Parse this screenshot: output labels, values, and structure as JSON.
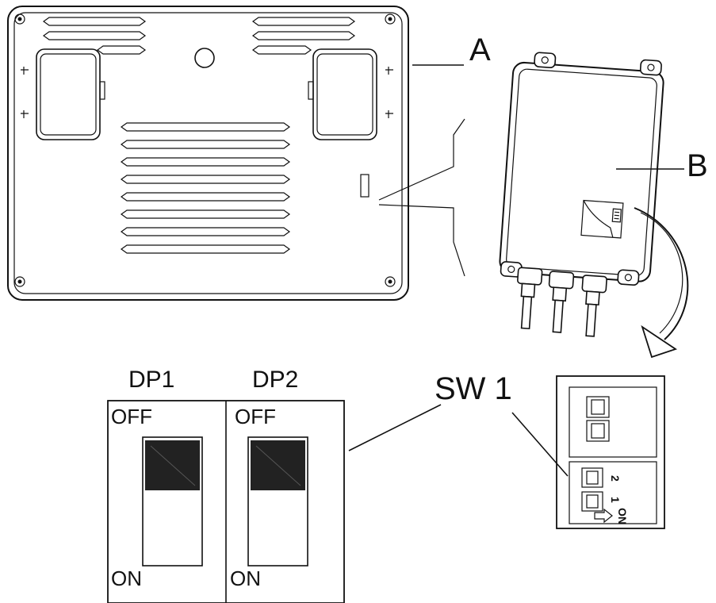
{
  "callouts": {
    "a": "A",
    "b": "B",
    "sw": "SW 1"
  },
  "switches": [
    {
      "name": "DP1",
      "off": "OFF",
      "on": "ON"
    },
    {
      "name": "DP2",
      "off": "OFF",
      "on": "ON"
    }
  ],
  "detail_marks": {
    "two": "2",
    "one": "1",
    "on": "ON"
  },
  "colors": {
    "line": "#111111",
    "switch_fill": "#222222",
    "background": "#ffffff"
  }
}
